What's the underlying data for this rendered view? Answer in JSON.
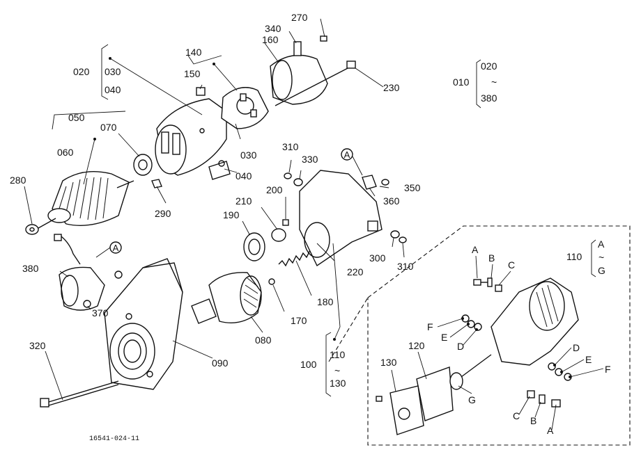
{
  "diagram": {
    "drawing_code": "16541-024-11",
    "callouts": {
      "c010": "010",
      "c020a": "020",
      "c020b": "020",
      "c030a": "030",
      "c030b": "030",
      "c040a": "040",
      "c040b": "040",
      "c050": "050",
      "c060": "060",
      "c070": "070",
      "c080": "080",
      "c090": "090",
      "c100": "100",
      "c110a": "110",
      "c110b": "110",
      "c120": "120",
      "c130a": "130",
      "c130b": "130",
      "c140": "140",
      "c150": "150",
      "c160": "160",
      "c170": "170",
      "c180": "180",
      "c190": "190",
      "c200": "200",
      "c210": "210",
      "c220": "220",
      "c230": "230",
      "c270": "270",
      "c280": "280",
      "c290": "290",
      "c300": "300",
      "c310a": "310",
      "c310b": "310",
      "c320": "320",
      "c330": "330",
      "c340": "340",
      "c350": "350",
      "c360": "360",
      "c370": "370",
      "c380a": "380",
      "c380b": "380"
    },
    "range_marks": {
      "r010": "~",
      "r100": "~",
      "r110": "~"
    },
    "circle_refs": {
      "a1": "A",
      "a2": "A"
    },
    "letters": {
      "A1": "A",
      "B1": "B",
      "C1": "C",
      "A2": "A",
      "G2": "G",
      "F1": "F",
      "E1": "E",
      "D1": "D",
      "D2": "D",
      "E2": "E",
      "F2": "F",
      "G1": "G",
      "C3": "C",
      "B3": "B",
      "A3": "A"
    }
  }
}
